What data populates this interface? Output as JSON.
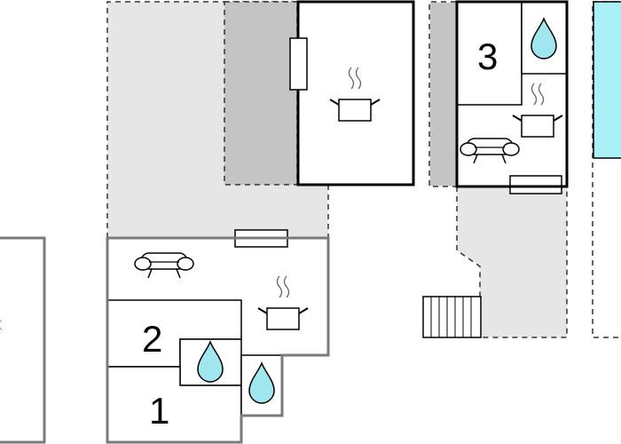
{
  "colors": {
    "wall": "#000000",
    "grey_wall": "#7a7a7a",
    "terrace": "#e6e6e6",
    "shade": "#c4c4c4",
    "pool": "#aaf0f7",
    "water_drop": "#9fe6ee",
    "dash": "#333333"
  },
  "rooms": [
    {
      "label": "1"
    },
    {
      "label": "2"
    },
    {
      "label": "3"
    }
  ],
  "icons": [
    "kitchen-pot-icon",
    "water-drop-icon",
    "sofa-icon",
    "window-icon",
    "stairs-icon"
  ]
}
